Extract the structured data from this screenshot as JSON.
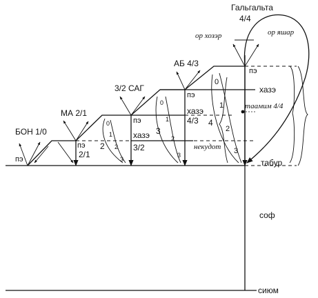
{
  "top": {
    "title": "Гальгальта",
    "fraction": "4/4",
    "or_khozer": "ор хозэр",
    "or_yashar": "ор яшар"
  },
  "levels": {
    "bon": "БОН 1/0",
    "pe_left": "пэ",
    "ma": "МА 2/1",
    "ma_pe": "пэ",
    "ma_frac": "2/1",
    "sag": "3/2 САГ",
    "sag_pe": "пэ",
    "sag_hazeh": "хазэ",
    "sag_frac": "3/2",
    "ab": "АБ 4/3",
    "ab_pe": "пэ",
    "ab_hazeh": "хазэ",
    "ab_frac": "4/3",
    "gal_pe": "пэ"
  },
  "right_labels": {
    "hazeh": "хазэ",
    "taamim": "таамим 4/4",
    "nekudot": "некудот",
    "tabur": "табур",
    "sof": "соф",
    "siyum": "сиюм"
  },
  "numbers": {
    "sag_stages": [
      "0",
      "1",
      "2",
      "3"
    ],
    "sag_big": "2",
    "ab_stages": [
      "0",
      "1",
      "2",
      "3"
    ],
    "ab_big": "3",
    "gal_stages": [
      "0",
      "1",
      "2",
      "3"
    ],
    "gal_big": "4"
  }
}
